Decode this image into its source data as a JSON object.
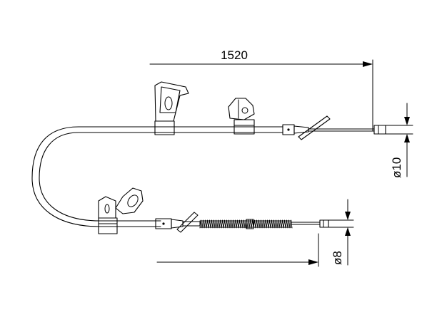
{
  "dimensions": {
    "length": "1520",
    "upper_end_diameter": "ø10",
    "lower_end_diameter": "ø8"
  },
  "colors": {
    "line": "#000000",
    "background": "#ffffff"
  }
}
